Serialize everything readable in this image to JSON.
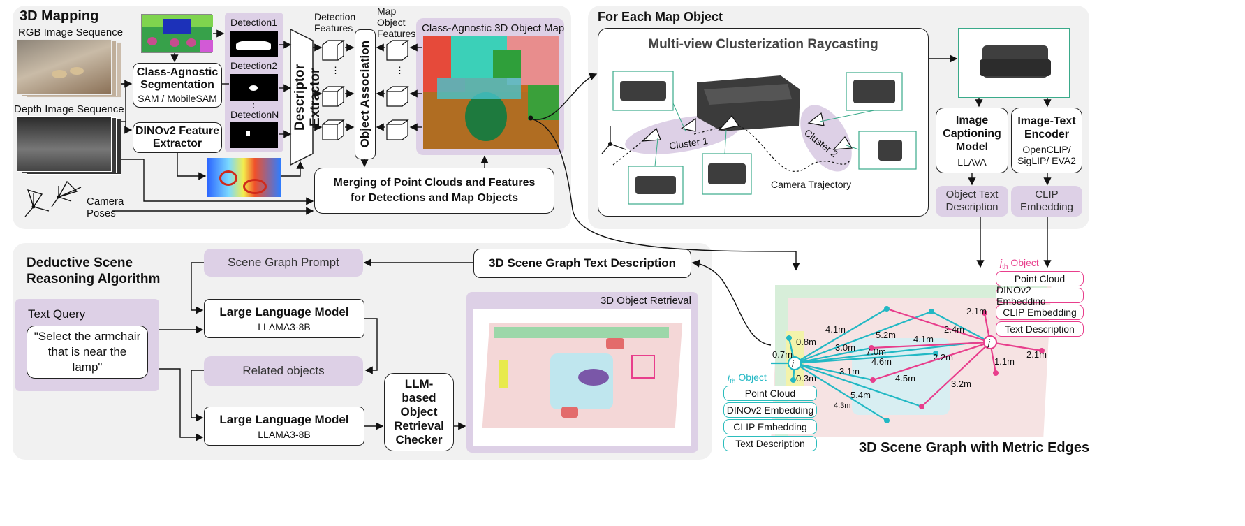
{
  "mapping": {
    "title": "3D Mapping",
    "rgb_label": "RGB Image Sequence",
    "depth_label": "Depth Image Sequence",
    "camera_label": "Camera",
    "poses_label": "Poses",
    "seg_title": "Class-Agnostic Segmentation",
    "seg_sub": "SAM / MobileSAM",
    "dino_title": "DINOv2 Feature Extractor",
    "detection1": "Detection1",
    "detection2": "Detection2",
    "detectionN": "DetectionN",
    "descriptor": "Descriptor Extractor",
    "det_features": "Detection Features",
    "map_features": "Map Object Features",
    "association": "Object Association",
    "object_map": "Class-Agnostic 3D Object Map",
    "merging_line1": "Merging of Point Clouds and Features",
    "merging_line2": "for Detections and Map Objects"
  },
  "each": {
    "title": "For Each Map Object",
    "raycast_title": "Multi-view Clusterization Raycasting",
    "cluster1": "Cluster 1",
    "cluster2": "Cluster 2",
    "trajectory": "Camera Trajectory",
    "caption_title": "Image Captioning Model",
    "caption_sub": "LLAVA",
    "encoder_title": "Image-Text Encoder",
    "encoder_sub": "OpenCLIP/ SigLIP/ EVA2",
    "obj_text": "Object Text Description",
    "clip_emb": "CLIP Embedding"
  },
  "reasoning": {
    "title_line1": "Deductive Scene",
    "title_line2": "Reasoning Algorithm",
    "text_query": "Text Query",
    "query_text": "\"Select the armchair that is near the lamp\"",
    "sg_prompt": "Scene Graph Prompt",
    "sg_text": "3D Scene Graph Text Description",
    "llm1_title": "Large Language Model",
    "llm1_sub": "LLAMA3-8B",
    "related": "Related objects",
    "llm2_title": "Large Language Model",
    "llm2_sub": "LLAMA3-8B",
    "checker": "LLM-based Object Retrieval Checker",
    "retrieval": "3D Object Retrieval"
  },
  "graph": {
    "title": "3D Scene Graph with Metric Edges",
    "ith": "i",
    "ith_sub": "th",
    "jth_sub": "th",
    "object_word": "Object",
    "i_attrs": [
      "Point Cloud",
      "DINOv2 Embedding",
      "CLIP Embedding",
      "Text Description"
    ],
    "j_attrs": [
      "Point Cloud",
      "DINOv2 Embedding",
      "CLIP Embedding",
      "Text Description"
    ],
    "node_i": "i",
    "node_j": "j",
    "edge_labels": [
      "4.1m",
      "5.2m",
      "0.8m",
      "0.7m",
      "0.3m",
      "3.0m",
      "7.0m",
      "4.6m",
      "4.1m",
      "2.2m",
      "3.1m",
      "4.5m",
      "5.4m",
      "4.3m",
      "3.2m",
      "2.4m",
      "2.1m",
      "1.1m",
      "2.1m"
    ]
  },
  "colors": {
    "panel": "#f1f1f1",
    "lavender": "#ddd0e6",
    "teal": "#2bbdbd",
    "pink": "#e83e8c"
  }
}
